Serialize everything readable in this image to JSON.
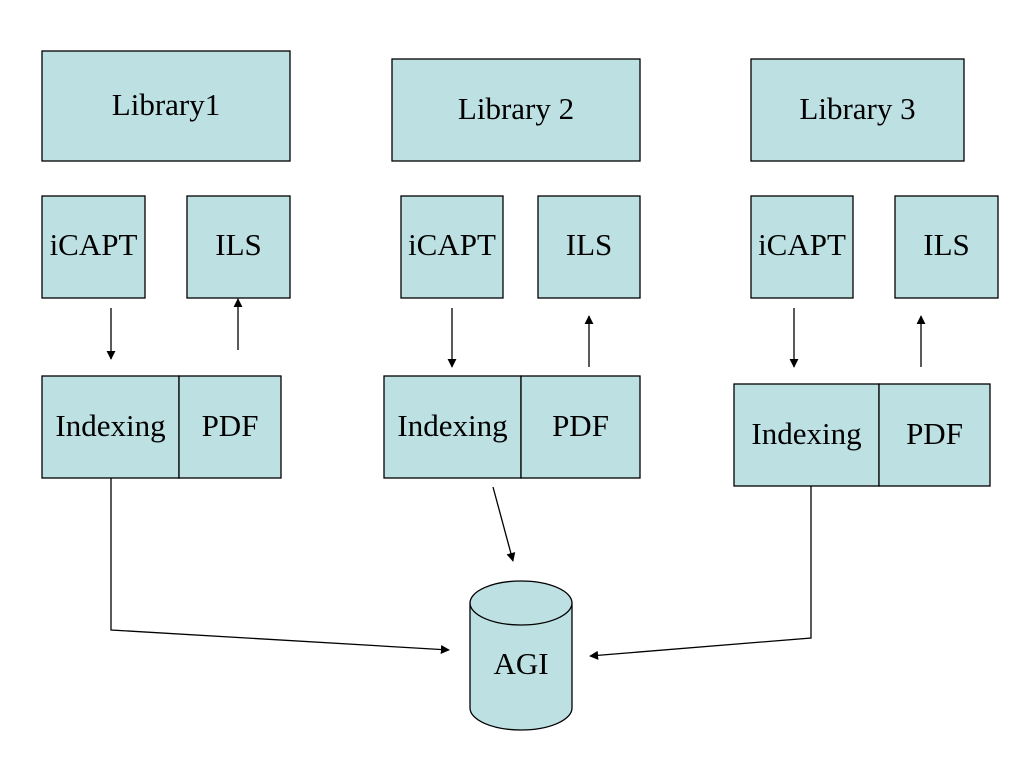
{
  "libraries": [
    {
      "title": "Library1",
      "capture": "iCAPT",
      "ils": "ILS",
      "indexing": "Indexing",
      "pdf": "PDF"
    },
    {
      "title": "Library 2",
      "capture": "iCAPT",
      "ils": "ILS",
      "indexing": "Indexing",
      "pdf": "PDF"
    },
    {
      "title": "Library 3",
      "capture": "iCAPT",
      "ils": "ILS",
      "indexing": "Indexing",
      "pdf": "PDF"
    }
  ],
  "repository": {
    "label": "AGI"
  },
  "colors": {
    "box_fill": "#bde0e3",
    "stroke": "#000000",
    "background": "#ffffff"
  }
}
